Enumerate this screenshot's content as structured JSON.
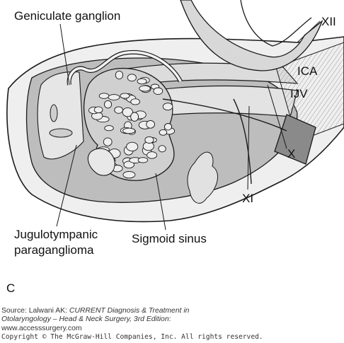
{
  "labels": {
    "geniculate_ganglion": "Geniculate ganglion",
    "xii": "XII",
    "ica": "ICA",
    "ijv": "IJV",
    "x": "X",
    "xi": "XI",
    "jugulotympanic_1": "Jugulotympanic",
    "jugulotympanic_2": "paraganglioma",
    "sigmoid_sinus": "Sigmoid sinus"
  },
  "panel_letter": "C",
  "source": {
    "prefix": "Source: Lalwani AK: ",
    "title_part1": "CURRENT Diagnosis & Treatment in",
    "title_part2": "Otolaryngology – Head & Neck Surgery, 3rd Edition",
    "title_suffix": ":",
    "url": "www.accesssurgery.com",
    "copyright": "Copyright © The McGraw-Hill Companies, Inc. All rights reserved."
  },
  "colors": {
    "line": "#1a1a1a",
    "shade_light": "#e4e4e4",
    "shade_mid": "#c4c4c4",
    "shade_dark": "#8f8f8f",
    "tumor": "#d2d2d2"
  }
}
